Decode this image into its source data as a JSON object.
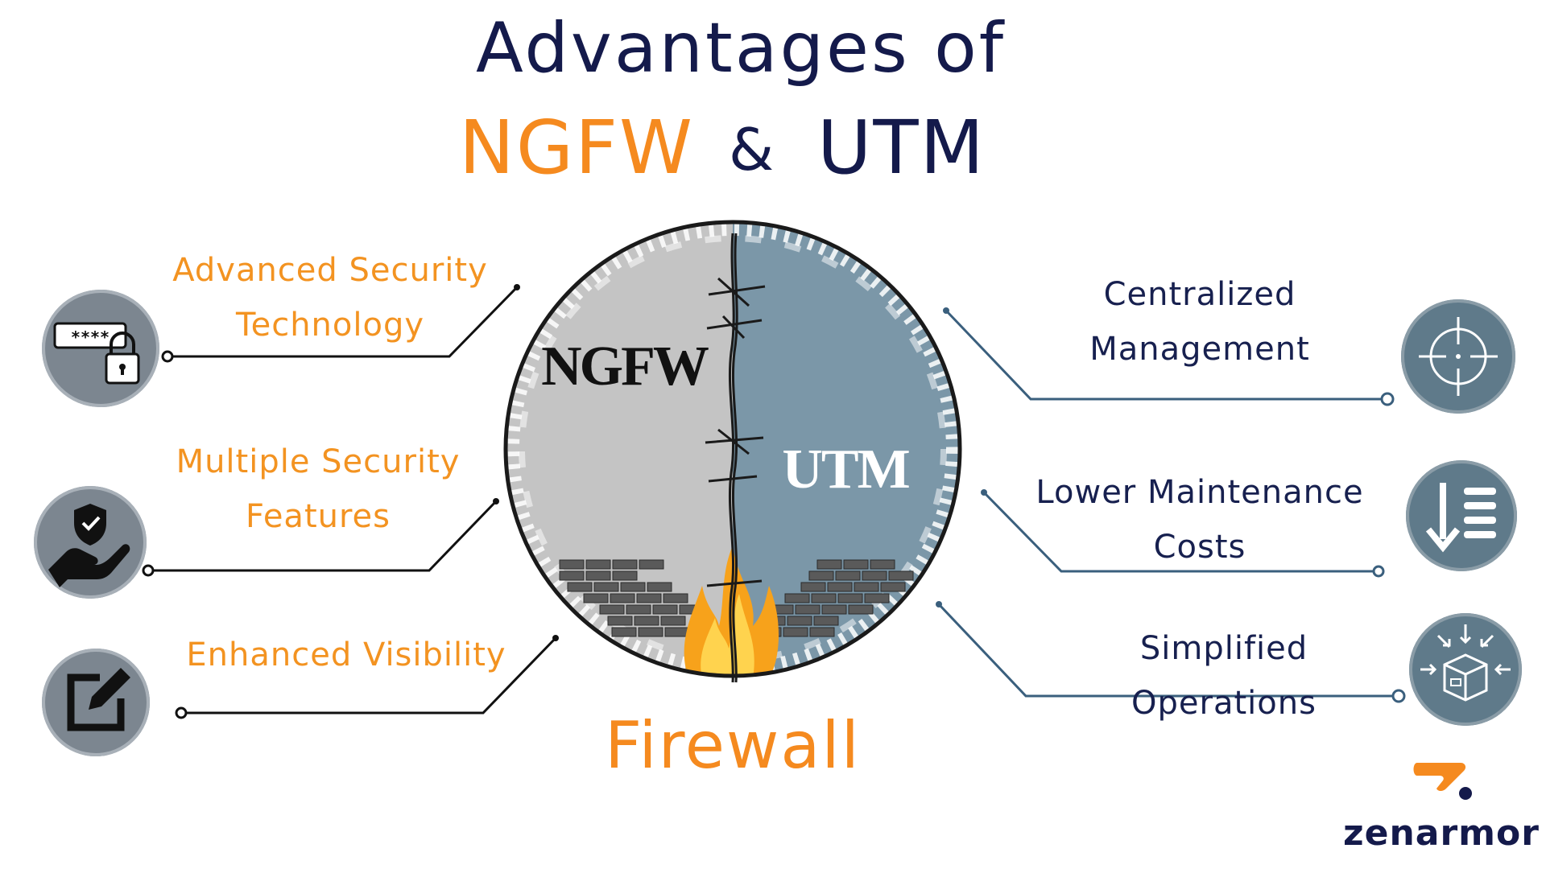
{
  "title": {
    "line1": "Advantages of",
    "ngfw": "NGFW",
    "amp": "&",
    "utm": "UTM"
  },
  "center": {
    "left_label": "NGFW",
    "right_label": "UTM",
    "caption": "Firewall"
  },
  "left_items": [
    {
      "line1": "Advanced Security",
      "line2": "Technology",
      "icon": "password-lock-icon"
    },
    {
      "line1": "Multiple Security",
      "line2": "Features",
      "icon": "shield-hand-icon"
    },
    {
      "line1": "Enhanced Visibility",
      "line2": "",
      "icon": "edit-window-icon"
    }
  ],
  "right_items": [
    {
      "line1": "Centralized",
      "line2": "Management",
      "icon": "crosshair-icon"
    },
    {
      "line1": "Lower Maintenance",
      "line2": "Costs",
      "icon": "sort-down-list-icon"
    },
    {
      "line1": "Simplified Operations",
      "line2": "",
      "icon": "package-arrows-icon"
    }
  ],
  "brand": {
    "name": "zenarmor"
  },
  "colors": {
    "orange": "#f39321",
    "navy": "#17204f",
    "ngfw_half": "#c4c4c4",
    "utm_half": "#7b97a8",
    "icon_grey": "#7c8690",
    "icon_blue": "#5f7a8a",
    "left_connector": "#111111",
    "right_connector": "#3a5f7d"
  }
}
